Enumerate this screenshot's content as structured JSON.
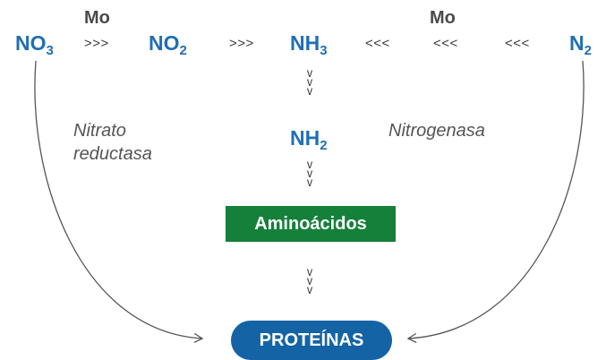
{
  "cofactor_left": "Mo",
  "cofactor_right": "Mo",
  "species": {
    "no3": {
      "base": "NO",
      "sub": "3"
    },
    "no2": {
      "base": "NO",
      "sub": "2"
    },
    "nh3": {
      "base": "NH",
      "sub": "3"
    },
    "nh2": {
      "base": "NH",
      "sub": "2"
    },
    "n2": {
      "base": "N",
      "sub": "2"
    }
  },
  "arrows": {
    "forward": ">>>",
    "backward": "<<<",
    "down": "v"
  },
  "enzymes": {
    "nitrate_line1": "Nitrato",
    "nitrate_line2": "reductasa",
    "nitrogenase": "Nitrogenasa"
  },
  "aminoacids_label": "Aminoácidos",
  "proteins_label": "PROTEÍNAS",
  "colors": {
    "species_blue": "#1f6fb3",
    "amino_green": "#15803a",
    "protein_blue": "#1464a5"
  }
}
